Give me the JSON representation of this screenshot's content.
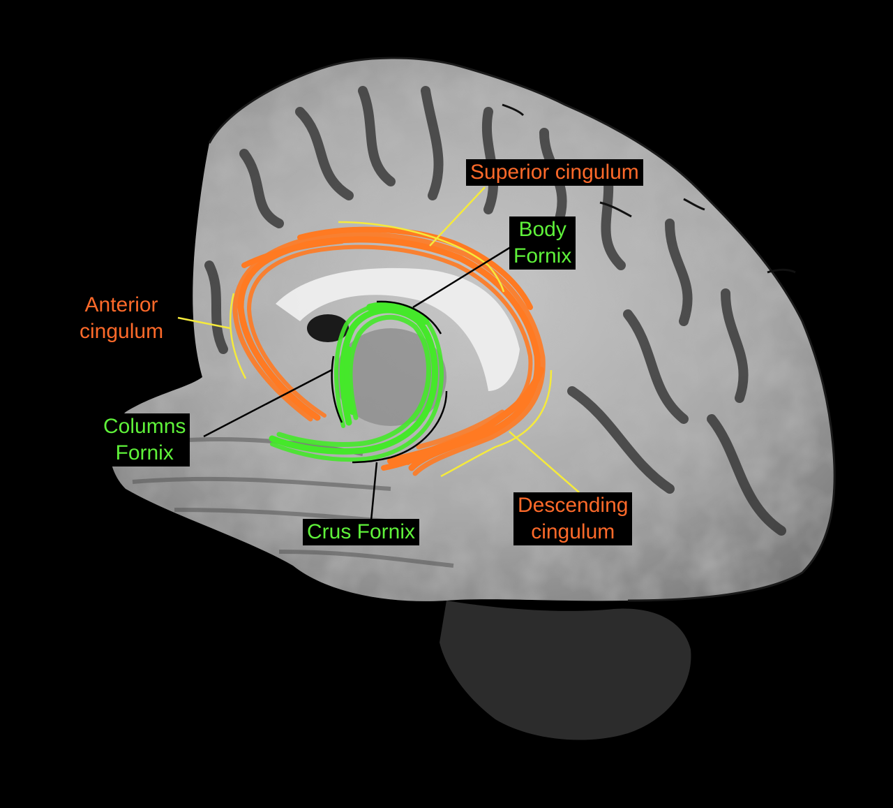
{
  "colors": {
    "background": "#000000",
    "cingulum": "#ff7a22",
    "cingulum_label": "#ff6a2a",
    "fornix": "#45e82a",
    "fornix_label": "#5ff23a",
    "leader_yellow": "#f5ea3c",
    "leader_black": "#000000"
  },
  "labels": {
    "superior_cingulum": "Superior cingulum",
    "body_fornix_line1": "Body",
    "body_fornix_line2": "Fornix",
    "anterior_cingulum_line1": "Anterior",
    "anterior_cingulum_line2": "cingulum",
    "columns_fornix_line1": "Columns",
    "columns_fornix_line2": "Fornix",
    "crus_fornix": "Crus Fornix",
    "descending_cingulum_line1": "Descending",
    "descending_cingulum_line2": "cingulum"
  }
}
